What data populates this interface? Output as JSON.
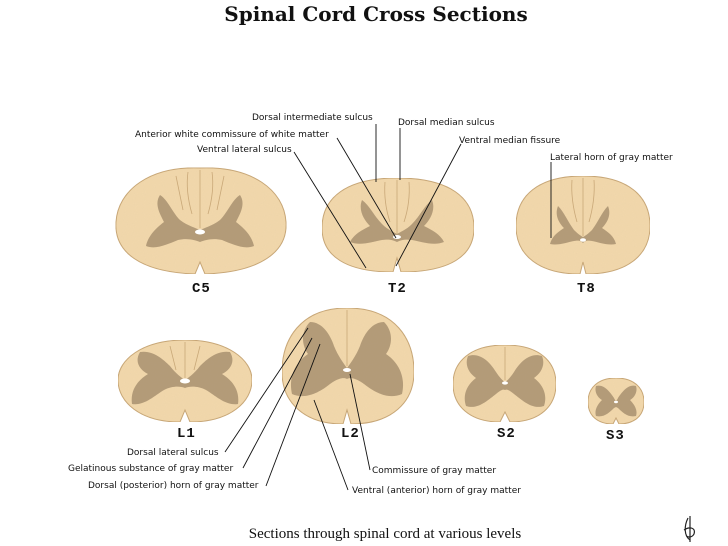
{
  "title": "Spinal Cord Cross Sections",
  "caption": "Sections through spinal cord at various levels",
  "sections": {
    "c5": "C5",
    "t2": "T2",
    "t8": "T8",
    "l1": "L1",
    "l2": "L2",
    "s2": "S2",
    "s3": "S3"
  },
  "labels": {
    "dorsal_intermediate_sulcus": "Dorsal intermediate sulcus",
    "dorsal_median_sulcus": "Dorsal median sulcus",
    "anterior_white_commissure": "Anterior white commissure of white matter",
    "ventral_median_fissure": "Ventral median fissure",
    "ventral_lateral_sulcus": "Ventral lateral sulcus",
    "lateral_horn": "Lateral horn of gray matter",
    "dorsal_lateral_sulcus": "Dorsal lateral sulcus",
    "gelatinous_substance": "Gelatinous substance of gray matter",
    "dorsal_horn": "Dorsal (posterior) horn of gray matter",
    "commissure": "Commissure of gray matter",
    "ventral_horn": "Ventral (anterior) horn of gray matter"
  },
  "colors": {
    "white_matter": "#f2d8ac",
    "white_matter_edge": "#c9a878",
    "gray_matter": "#a89070",
    "canal": "#ffffff"
  }
}
